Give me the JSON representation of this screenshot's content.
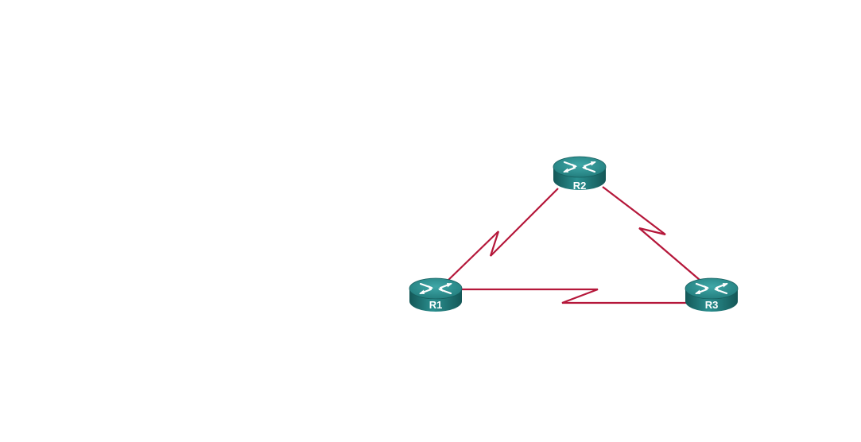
{
  "diagram": {
    "type": "network-topology",
    "link_color": "#b5173a",
    "link_type": "serial",
    "routers": [
      {
        "id": "R1",
        "label": "R1",
        "icon": "router-icon"
      },
      {
        "id": "R2",
        "label": "R2",
        "icon": "router-icon"
      },
      {
        "id": "R3",
        "label": "R3",
        "icon": "router-icon"
      }
    ],
    "links": [
      {
        "from": "R1",
        "to": "R2"
      },
      {
        "from": "R2",
        "to": "R3"
      },
      {
        "from": "R1",
        "to": "R3"
      }
    ],
    "router_colors": {
      "top": "#2b8c8c",
      "body": "#1f7373",
      "body_dark": "#145757",
      "arrows": "#ffffff"
    }
  }
}
